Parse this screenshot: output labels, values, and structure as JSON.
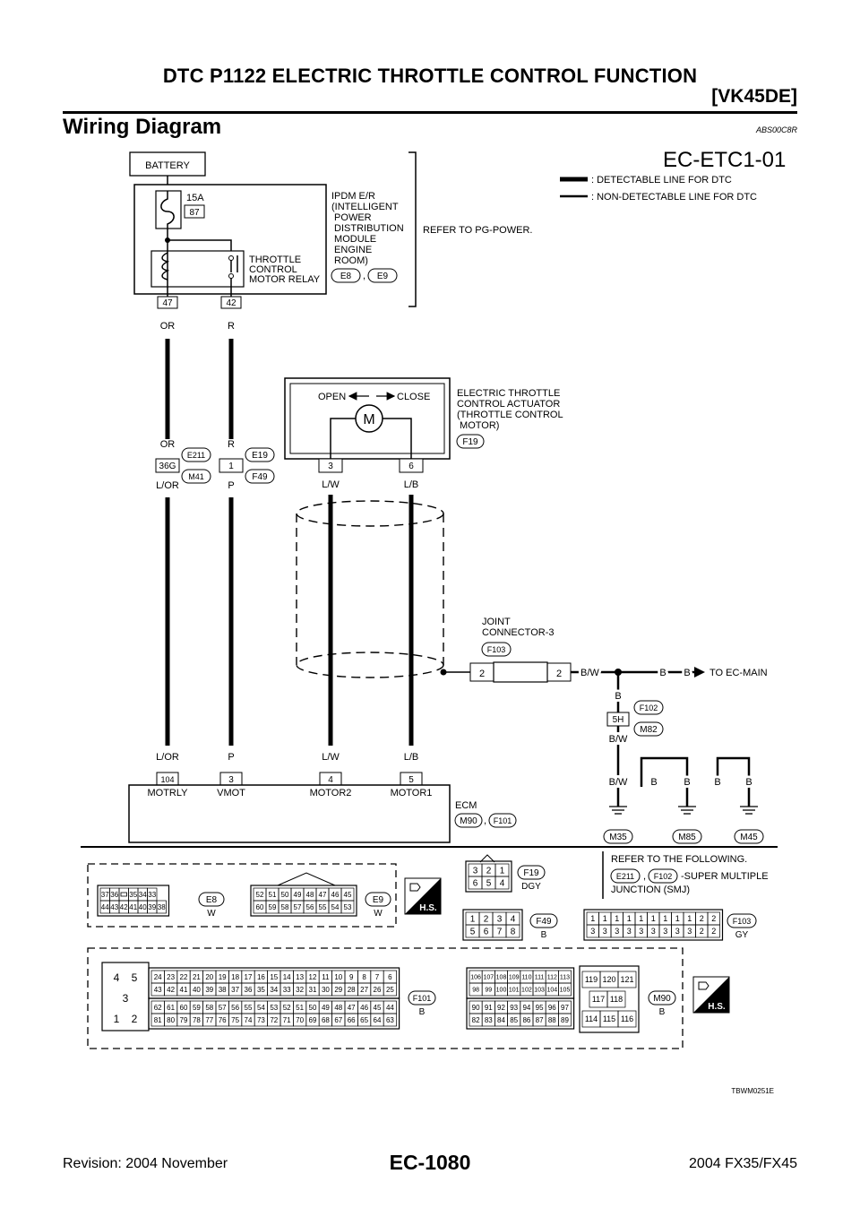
{
  "header": {
    "title": "DTC P1122 ELECTRIC THROTTLE CONTROL FUNCTION",
    "model": "[VK45DE]"
  },
  "section": {
    "title": "Wiring Diagram",
    "code": "ABS00C8R"
  },
  "diagram": {
    "id": "EC-ETC1-01",
    "legend": {
      "detectable": ": DETECTABLE LINE FOR DTC",
      "non_detectable": ": NON-DETECTABLE LINE FOR DTC"
    },
    "battery": "BATTERY",
    "fuse": {
      "amps": "15A",
      "number": "87"
    },
    "ipdm": {
      "lines": [
        "IPDM E/R",
        "(INTELLIGENT",
        " POWER",
        " DISTRIBUTION",
        " MODULE",
        " ENGINE",
        " ROOM)"
      ],
      "connectors": [
        "E8",
        "E9"
      ]
    },
    "refer_pg": "REFER TO PG-POWER.",
    "relay": {
      "lines": [
        "THROTTLE",
        "CONTROL",
        "MOTOR RELAY"
      ]
    },
    "ipdm_pins": [
      "47",
      "42"
    ],
    "wire_colors": {
      "or": "OR",
      "r": "R",
      "l_or": "L/OR",
      "p": "P",
      "l_w": "L/W",
      "l_b": "L/B",
      "b_w": "B/W",
      "b": "B"
    },
    "junction": {
      "pins": [
        "36G",
        "1"
      ],
      "connectors_top": [
        "E211",
        "E19"
      ],
      "connectors_bottom": [
        "M41",
        "F49"
      ]
    },
    "actuator": {
      "open": "OPEN",
      "close": "CLOSE",
      "motor": "M",
      "lines": [
        "ELECTRIC THROTTLE",
        "CONTROL ACTUATOR",
        "(THROTTLE CONTROL",
        " MOTOR)"
      ],
      "connector": "F19",
      "pins": [
        "3",
        "6"
      ]
    },
    "joint": {
      "lines": [
        "JOINT",
        "CONNECTOR-3"
      ],
      "connector": "F103",
      "pins": [
        "2",
        "2"
      ]
    },
    "to_main": "TO EC-MAIN",
    "sub_conn": {
      "pin": "5H",
      "connectors": [
        "F102",
        "M82"
      ]
    },
    "ecm": {
      "label": "ECM",
      "pins": [
        "104",
        "3",
        "4",
        "5"
      ],
      "names": [
        "MOTRLY",
        "VMOT",
        "MOTOR2",
        "MOTOR1"
      ],
      "connectors": [
        "M90",
        "F101"
      ]
    },
    "grounds": [
      "M35",
      "M85",
      "M45"
    ],
    "connector_views": {
      "e8": {
        "top": [
          "37",
          "36",
          "",
          "35",
          "34",
          "33"
        ],
        "bottom": [
          "44",
          "43",
          "42",
          "41",
          "40",
          "39",
          "38"
        ],
        "id": "E8",
        "color": "W"
      },
      "e9": {
        "top": [
          "52",
          "51",
          "50",
          "49",
          "48",
          "47",
          "46",
          "45"
        ],
        "bottom": [
          "60",
          "59",
          "58",
          "57",
          "56",
          "55",
          "54",
          "53"
        ],
        "id": "E9",
        "color": "W"
      },
      "f19": {
        "top": [
          "3",
          "2",
          "1"
        ],
        "bottom": [
          "6",
          "5",
          "4"
        ],
        "id": "F19",
        "color": "DGY"
      },
      "f49": {
        "top": [
          "1",
          "2",
          "3",
          "4"
        ],
        "bottom": [
          "5",
          "6",
          "7",
          "8"
        ],
        "id": "F49",
        "color": "B"
      },
      "f103": {
        "top": [
          "1",
          "1",
          "1",
          "1",
          "1",
          "1",
          "1",
          "1",
          "1",
          "2",
          "2"
        ],
        "bottom": [
          "3",
          "3",
          "3",
          "3",
          "3",
          "3",
          "3",
          "3",
          "3",
          "2",
          "2"
        ],
        "id": "F103",
        "color": "GY"
      },
      "refer": {
        "line1": "REFER TO THE FOLLOWING.",
        "conn1": "E211",
        "conn2": "F102",
        "text": "-SUPER MULTIPLE",
        "text2": "JUNCTION (SMJ)"
      },
      "f101": {
        "big": [
          "4",
          "5",
          "3",
          "1",
          "2"
        ],
        "r1": [
          "24",
          "23",
          "22",
          "21",
          "20",
          "19",
          "18",
          "17",
          "16",
          "15",
          "14",
          "13",
          "12",
          "11",
          "10",
          "9",
          "8",
          "7",
          "6"
        ],
        "r2": [
          "43",
          "42",
          "41",
          "40",
          "39",
          "38",
          "37",
          "36",
          "35",
          "34",
          "33",
          "32",
          "31",
          "30",
          "29",
          "28",
          "27",
          "26",
          "25"
        ],
        "r3": [
          "62",
          "61",
          "60",
          "59",
          "58",
          "57",
          "56",
          "55",
          "54",
          "53",
          "52",
          "51",
          "50",
          "49",
          "48",
          "47",
          "46",
          "45",
          "44"
        ],
        "r4": [
          "81",
          "80",
          "79",
          "78",
          "77",
          "76",
          "75",
          "74",
          "73",
          "72",
          "71",
          "70",
          "69",
          "68",
          "67",
          "66",
          "65",
          "64",
          "63"
        ],
        "id": "F101",
        "color": "B"
      },
      "m90": {
        "r1": [
          "106",
          "107",
          "108",
          "109",
          "110",
          "111",
          "112",
          "113"
        ],
        "r2": [
          "98",
          "99",
          "100",
          "101",
          "102",
          "103",
          "104",
          "105"
        ],
        "r3": [
          "90",
          "91",
          "92",
          "93",
          "94",
          "95",
          "96",
          "97"
        ],
        "r4": [
          "82",
          "83",
          "84",
          "85",
          "86",
          "87",
          "88",
          "89"
        ],
        "c1": [
          "119",
          "120",
          "121"
        ],
        "c2": [
          "117",
          "118"
        ],
        "c3": [
          "114",
          "115",
          "116"
        ],
        "id": "M90",
        "color": "B"
      },
      "hs": "H.S."
    },
    "figure_code": "TBWM0251E"
  },
  "footer": {
    "page": "EC-1080",
    "revision": "Revision: 2004 November",
    "model": "2004 FX35/FX45"
  }
}
